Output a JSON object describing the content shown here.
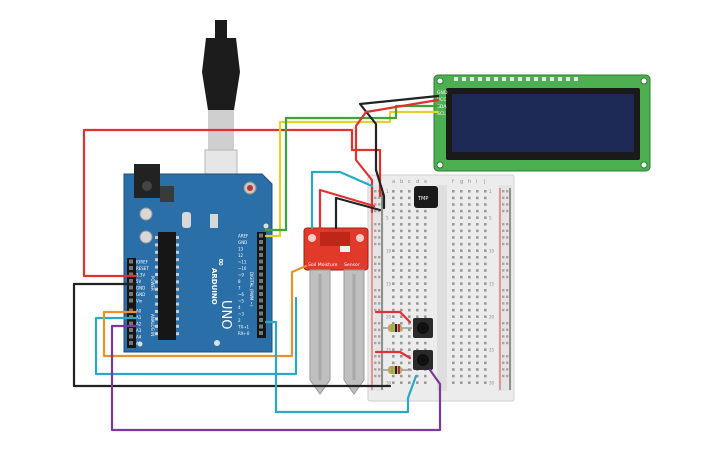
{
  "arduino": {
    "brand": "ARDUINO",
    "model": "UNO",
    "label_digital": "DIGITAL (PWM ~)",
    "label_power": "POWER",
    "label_analog": "ANALOG IN",
    "header_top": [
      "AREF",
      "GND",
      "13",
      "12",
      "~11",
      "~10",
      "~9",
      "8",
      "7",
      "~6",
      "~5",
      "4",
      "~3",
      "2",
      "TX→1",
      "RX←0"
    ],
    "power_pins": [
      "IOREF",
      "RESET",
      "3.3V",
      "5V",
      "GND",
      "GND",
      "Vin"
    ],
    "analog_pins": [
      "A0",
      "A1",
      "A2",
      "A3",
      "A4",
      "A5"
    ]
  },
  "lcd": {
    "pins": [
      "GND",
      "VCC",
      "SDA",
      "SCL"
    ]
  },
  "soil_sensor": {
    "label_left": "Soil Moisture",
    "label_right": "Sensor"
  },
  "sensor_chip": {
    "label": "TMP"
  },
  "breadboard": {
    "cols_left": [
      "a",
      "b",
      "c",
      "d",
      "e"
    ],
    "cols_right": [
      "f",
      "g",
      "h",
      "i",
      "j"
    ],
    "row_labels": [
      "1",
      "",
      "",
      "",
      "5",
      "",
      "",
      "",
      "",
      "10",
      "",
      "",
      "",
      "",
      "15",
      "",
      "",
      "",
      "",
      "20",
      "",
      "",
      "",
      "",
      "25",
      "",
      "",
      "",
      "",
      "30"
    ]
  },
  "colors": {
    "board_blue": "#2b6fa8",
    "wire_red": "#e03030",
    "wire_black": "#222222",
    "wire_yellow": "#e8d02a",
    "wire_green": "#3aa63a",
    "wire_orange": "#e8922a",
    "wire_cyan": "#2aa8c8",
    "wire_purple": "#7a3a9a",
    "lcd_pcb": "#4caf50",
    "lcd_screen": "#1d2a55",
    "sensor_red": "#e23a2a"
  }
}
